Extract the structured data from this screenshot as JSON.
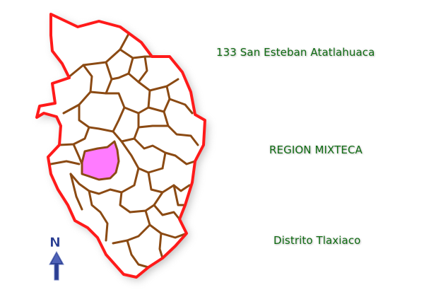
{
  "map": {
    "municipality_label": "133 San Esteban Atatlahuaca",
    "region_label": "REGION MIXTECA",
    "district_label": "Distrito Tlaxiaco",
    "north_letter": "N",
    "colors": {
      "outer_border": "#ff1a1a",
      "internal_borders": "#8b4a13",
      "highlight_fill": "#ff7bff",
      "label_text": "#0f6b12",
      "compass": "#2a3e92"
    },
    "icons": [
      "north-arrow-icon"
    ]
  }
}
